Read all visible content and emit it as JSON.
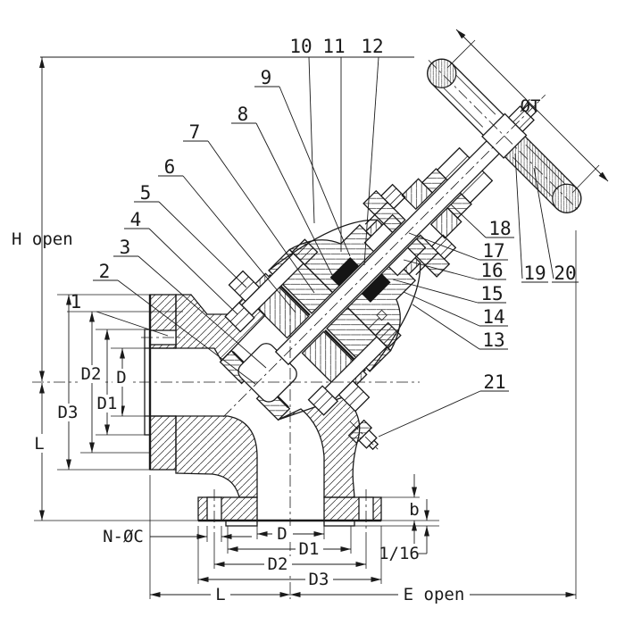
{
  "callouts": [
    {
      "label": "1"
    },
    {
      "label": "2"
    },
    {
      "label": "3"
    },
    {
      "label": "4"
    },
    {
      "label": "5"
    },
    {
      "label": "6"
    },
    {
      "label": "7"
    },
    {
      "label": "8"
    },
    {
      "label": "9"
    },
    {
      "label": "10"
    },
    {
      "label": "11"
    },
    {
      "label": "12"
    },
    {
      "label": "13"
    },
    {
      "label": "14"
    },
    {
      "label": "15"
    },
    {
      "label": "16"
    },
    {
      "label": "17"
    },
    {
      "label": "18"
    },
    {
      "label": "19"
    },
    {
      "label": "20"
    },
    {
      "label": "21"
    }
  ],
  "dimensions": {
    "h_open": "H open",
    "e_open": "E open",
    "l_left": "L",
    "l_bottom": "L",
    "handwheel_dia": "ØT",
    "bolt_holes": "N-ØC",
    "raised_face": "1/16",
    "flange_thickness": "b",
    "left": {
      "d": "D",
      "d1": "D1",
      "d2": "D2",
      "d3": "D3"
    },
    "bottom": {
      "d": "D",
      "d1": "D1",
      "d2": "D2",
      "d3": "D3"
    }
  },
  "colors": {
    "line": "#1a1a1a",
    "background": "#ffffff"
  }
}
